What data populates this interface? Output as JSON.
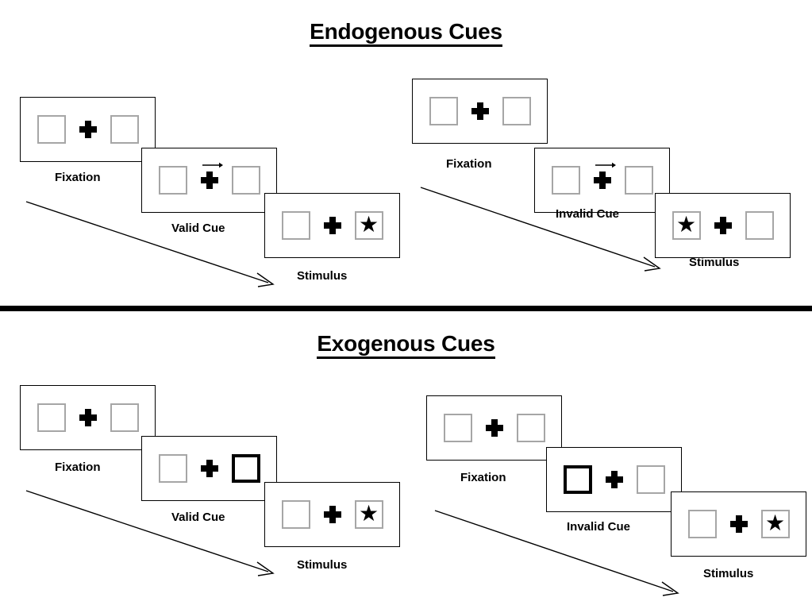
{
  "sections": [
    {
      "id": "endogenous",
      "title": "Endogenous Cues",
      "columns": [
        {
          "id": "valid",
          "frames": [
            {
              "label": "Fixation",
              "left_box": "empty",
              "right_box": "empty",
              "cue": "none"
            },
            {
              "label": "Valid Cue",
              "left_box": "empty",
              "right_box": "empty",
              "cue": "arrow-right"
            },
            {
              "label": "Stimulus",
              "left_box": "empty",
              "right_box": "star",
              "cue": "none"
            }
          ]
        },
        {
          "id": "invalid",
          "frames": [
            {
              "label": "Fixation",
              "left_box": "empty",
              "right_box": "empty",
              "cue": "none"
            },
            {
              "label": "Invalid Cue",
              "left_box": "empty",
              "right_box": "empty",
              "cue": "arrow-right"
            },
            {
              "label": "Stimulus",
              "left_box": "star",
              "right_box": "empty",
              "cue": "none"
            }
          ]
        }
      ]
    },
    {
      "id": "exogenous",
      "title": "Exogenous Cues",
      "columns": [
        {
          "id": "valid",
          "frames": [
            {
              "label": "Fixation",
              "left_box": "empty",
              "right_box": "empty",
              "cue": "none"
            },
            {
              "label": "Valid Cue",
              "left_box": "empty",
              "right_box": "highlight",
              "cue": "none"
            },
            {
              "label": "Stimulus",
              "left_box": "empty",
              "right_box": "star",
              "cue": "none"
            }
          ]
        },
        {
          "id": "invalid",
          "frames": [
            {
              "label": "Fixation",
              "left_box": "empty",
              "right_box": "empty",
              "cue": "none"
            },
            {
              "label": "Invalid Cue",
              "left_box": "highlight",
              "right_box": "empty",
              "cue": "none"
            },
            {
              "label": "Stimulus",
              "left_box": "empty",
              "right_box": "star",
              "cue": "none"
            }
          ]
        }
      ]
    }
  ],
  "glyphs": {
    "star": "★"
  },
  "colors": {
    "ink": "#000000",
    "box_outline": "#a6a6a6",
    "highlight_outline": "#000000",
    "background": "#ffffff"
  }
}
